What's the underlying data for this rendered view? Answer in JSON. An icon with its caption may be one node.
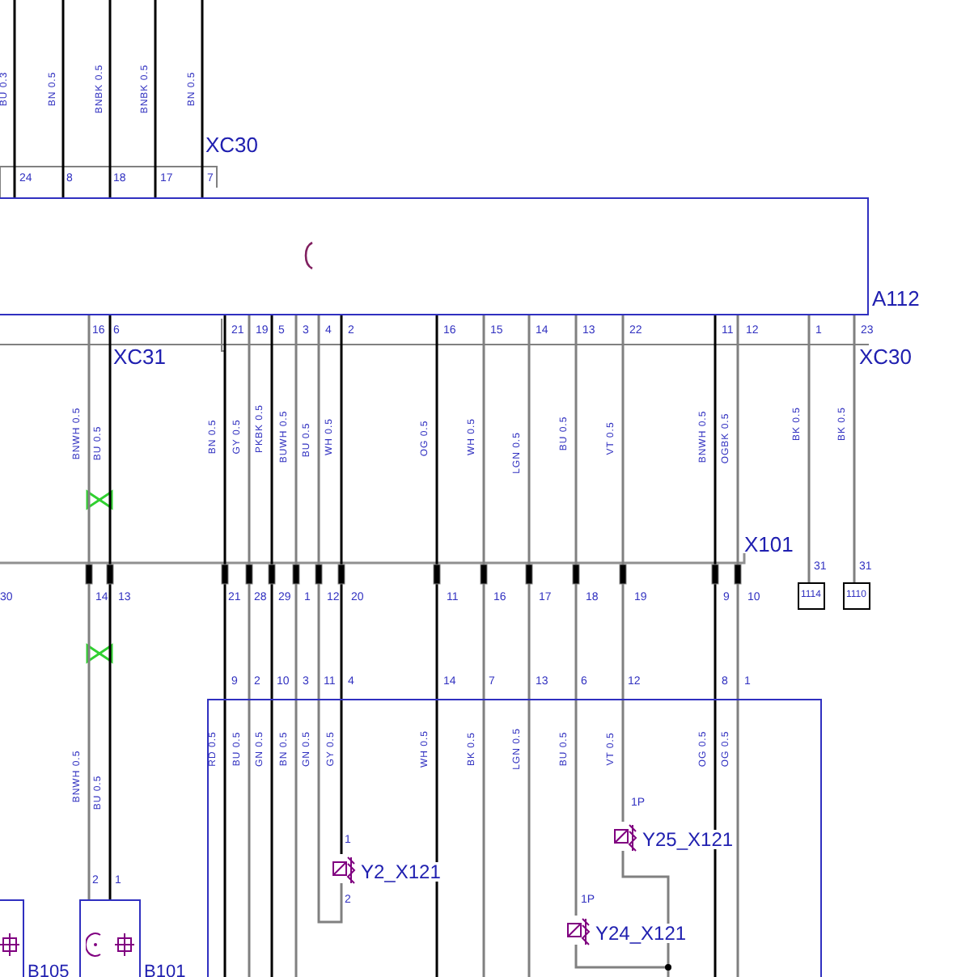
{
  "diagram": {
    "nodes": [
      {
        "text": [
          "A112"
        ]
      },
      {
        "text": [],
        "shape": "box"
      },
      {
        "text": [
          "Y2_X121"
        ],
        "in": 1
      },
      {
        "text": [
          "Y25_X121"
        ],
        "in": 1
      },
      {
        "text": [
          "Y24_X121"
        ],
        "in": 1
      },
      {
        "text": [
          "B105"
        ]
      },
      {
        "text": [
          "B101"
        ]
      },
      {
        "text": [
          "1114"
        ]
      },
      {
        "text": [
          "1110"
        ]
      }
    ],
    "edges": [
      {
        "from": null,
        "to": 0,
        "arrow": "none",
        "color": "#000000"
      },
      {
        "from": null,
        "to": 0,
        "arrow": "none",
        "color": "#000000"
      },
      {
        "from": null,
        "to": 0,
        "arrow": "none",
        "color": "#000000"
      },
      {
        "from": null,
        "to": 0,
        "arrow": "none",
        "color": "#000000"
      },
      {
        "from": null,
        "to": 0,
        "arrow": "none",
        "color": "#000000"
      },
      {
        "from": 0,
        "to": 6,
        "arrow": "none",
        "color": "#808080"
      },
      {
        "from": 0,
        "to": 6,
        "arrow": "none",
        "color": "#000000"
      },
      {
        "from": 0,
        "to": 1,
        "arrow": "none",
        "color": "#000000"
      },
      {
        "from": 0,
        "to": 1,
        "arrow": "none",
        "color": "#808080"
      },
      {
        "from": 0,
        "to": 1,
        "arrow": "none",
        "color": "#000000"
      },
      {
        "from": 0,
        "to": 1,
        "arrow": "none",
        "color": "#808080"
      },
      {
        "from": 0,
        "to": 2,
        "arrow": "none",
        "color": "#808080"
      },
      {
        "from": 0,
        "to": 2,
        "arrow": "none",
        "color": "#000000"
      },
      {
        "from": 0,
        "to": 1,
        "arrow": "none",
        "color": "#000000"
      },
      {
        "from": 0,
        "to": 1,
        "arrow": "none",
        "color": "#808080"
      },
      {
        "from": 0,
        "to": 1,
        "arrow": "none",
        "color": "#808080"
      },
      {
        "from": 0,
        "to": 4,
        "arrow": "none",
        "color": "#808080"
      },
      {
        "from": 0,
        "to": 3,
        "arrow": "none",
        "color": "#808080"
      },
      {
        "from": 0,
        "to": 1,
        "arrow": "none",
        "color": "#000000"
      },
      {
        "from": 0,
        "to": 1,
        "arrow": "none",
        "color": "#808080"
      },
      {
        "from": 0,
        "to": 7,
        "arrow": "none",
        "color": "#808080"
      },
      {
        "from": 0,
        "to": 8,
        "arrow": "none",
        "color": "#808080"
      },
      {
        "from": 3,
        "to": 4,
        "arrow": "none",
        "color": "#808080"
      }
    ],
    "labels": [
      "BU 0.3",
      "BN 0.5",
      "BNBK 0.5",
      "BNBK 0.5",
      "BN 0.5",
      "XC30",
      "24",
      "8",
      "18",
      "17",
      "7",
      "16",
      "6",
      "21",
      "19",
      "5",
      "3",
      "4",
      "2",
      "16",
      "15",
      "14",
      "13",
      "22",
      "11",
      "12",
      "1",
      "23",
      "XC31",
      "XC30",
      "BNWH 0.5",
      "BU 0.5",
      "BN 0.5",
      "GY 0.5",
      "PKBK 0.5",
      "BUWH 0.5",
      "BU 0.5",
      "WH 0.5",
      "OG 0.5",
      "WH 0.5",
      "LGN 0.5",
      "BU 0.5",
      "VT 0.5",
      "BNWH 0.5",
      "OGBK 0.5",
      "BK 0.5",
      "BK 0.5",
      "X101",
      "31",
      "31",
      "30",
      "14",
      "13",
      "21",
      "28",
      "29",
      "1",
      "12",
      "20",
      "11",
      "16",
      "17",
      "18",
      "19",
      "9",
      "10",
      "9",
      "2",
      "10",
      "3",
      "11",
      "4",
      "14",
      "7",
      "13",
      "6",
      "12",
      "8",
      "1",
      "BNWH 0.5",
      "BU 0.5",
      "RD 0.5",
      "BU 0.5",
      "GN 0.5",
      "BN 0.5",
      "GN 0.5",
      "GY 0.5",
      "WH 0.5",
      "BK 0.5",
      "LGN 0.5",
      "BU 0.5",
      "VT 0.5",
      "OG 0.5",
      "OG 0.5",
      "1P",
      "1",
      "2",
      "1P",
      "2",
      "1"
    ]
  }
}
